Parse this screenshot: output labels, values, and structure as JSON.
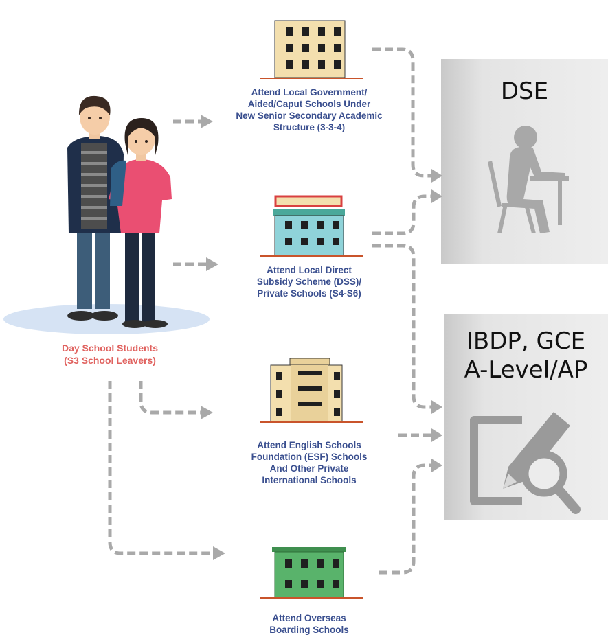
{
  "students": {
    "label_line1": "Day School Students",
    "label_line2": "(S3 School Leavers)"
  },
  "schools": [
    {
      "line1": "Attend Local Government/",
      "line2": "Aided/Caput Schools Under",
      "line3": "New Senior Secondary Academic",
      "line4": "Structure (3-3-4)"
    },
    {
      "line1": "Attend Local Direct",
      "line2": "Subsidy Scheme (DSS)/",
      "line3": "Private Schools (S4-S6)"
    },
    {
      "line1": "Attend English Schools",
      "line2": "Foundation (ESF) Schools",
      "line3": "And Other Private",
      "line4": "International Schools"
    },
    {
      "line1": "Attend Overseas",
      "line2": "Boarding Schools"
    }
  ],
  "exams": {
    "dse": "DSE",
    "intl_line1": "IBDP, GCE",
    "intl_line2": "A-Level/AP"
  },
  "icons": {
    "dse": "student-at-desk-icon",
    "intl": "exam-paper-magnifier-icon"
  },
  "colors": {
    "school_text": "#3a4f8f",
    "student_text": "#e0625f",
    "arrow": "#a9a9a9",
    "panel": "#d9d9d9",
    "building_cream": "#f3dfae",
    "building_teal": "#8fd3d9",
    "building_green": "#59b36b"
  }
}
